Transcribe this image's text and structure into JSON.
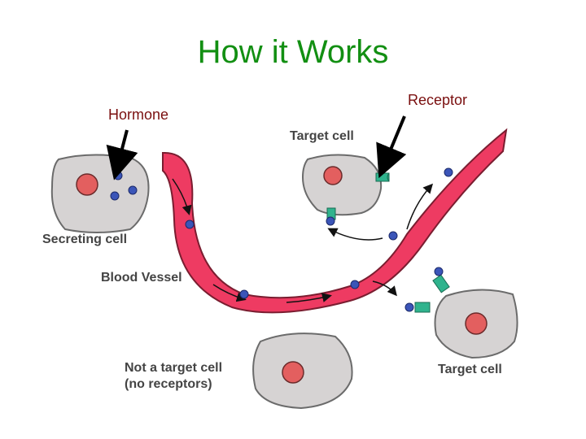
{
  "title": "How it Works",
  "callouts": {
    "hormone": "Hormone",
    "receptor": "Receptor"
  },
  "diagram_labels": {
    "secreting_cell": "Secreting cell",
    "blood_vessel": "Blood Vessel",
    "target_cell_top": "Target cell",
    "target_cell_right": "Target cell",
    "not_target_line1": "Not a target cell",
    "not_target_line2": "(no receptors)"
  },
  "colors": {
    "title": "#128f12",
    "callout_text": "#7a0f0f",
    "vessel": "#ee3b62",
    "cell_fill": "#d6d3d3",
    "nucleus": "#e35f5f",
    "hormone": "#3b55b8",
    "receptor": "#2fb38d"
  }
}
